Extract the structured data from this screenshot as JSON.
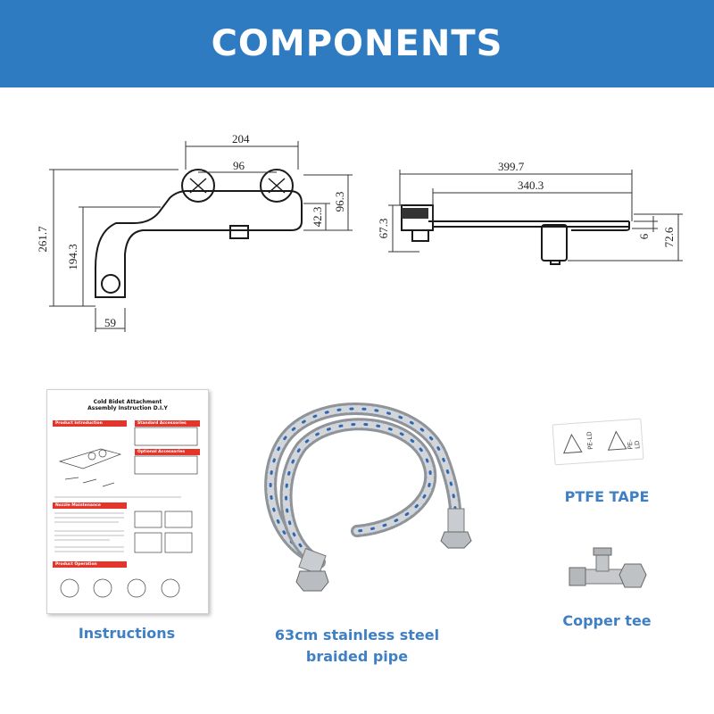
{
  "banner": {
    "title": "COMPONENTS"
  },
  "drawing_left": {
    "width_outer": "204",
    "width_inner": "96",
    "height_total": "261.7",
    "height_arm": "194.3",
    "height_knob": "96.3",
    "height_small": "42.3",
    "base_width": "59"
  },
  "drawing_right": {
    "length_total": "399.7",
    "length_arm": "340.3",
    "height_left": "67.3",
    "height_right": "72.6",
    "gap": "6"
  },
  "instructions_doc": {
    "title_line1": "Cold Bidet Attachment",
    "title_line2": "Assembly Instruction D.I.Y",
    "section_intro": "Product Introduction",
    "section_standard": "Standard Accessories",
    "section_optional": "Optional Accessories",
    "section_nozzle": "Nozzle Maintenance",
    "section_operation": "Product Operation"
  },
  "tape_label": "PE-LD",
  "captions": {
    "instructions": "Instructions",
    "pipe_line1": "63cm stainless steel",
    "pipe_line2": "braided pipe",
    "tape": "PTFE TAPE",
    "tee": "Copper tee"
  },
  "colors": {
    "banner": "#2f7bc2",
    "caption": "#3f7fc4"
  }
}
